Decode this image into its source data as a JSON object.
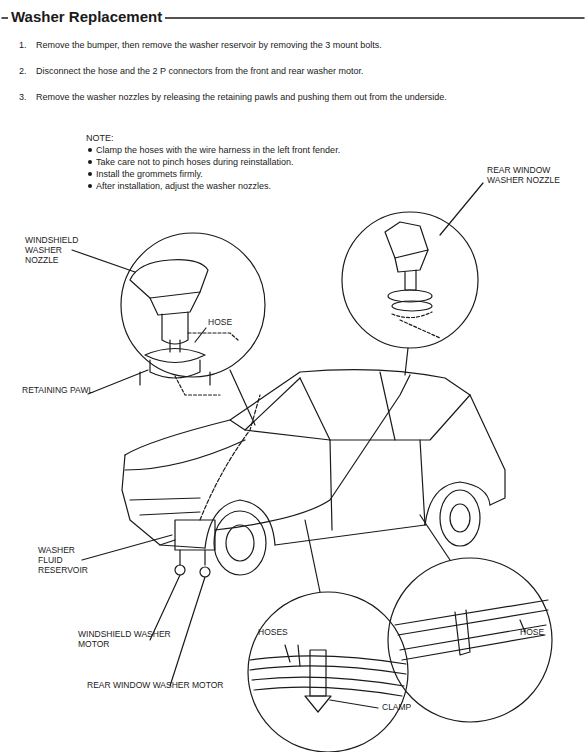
{
  "diagram": {
    "title": "Washer Replacement",
    "labels": [
      "1.",
      "Remove the bumper, then remove the washer reservoir by removing the 3 mount bolts.",
      "2.",
      "Disconnect the hose and the 2 P connectors from the front and rear washer motor.",
      "3.",
      "Remove the washer nozzles by releasing the retaining pawls and pushing them out from the underside.",
      "NOTE:",
      "Clamp the hoses with the wire harness in the left front fender.",
      "Take care not to pinch hoses during reinstallation.",
      "Install the grommets firmly.",
      "After installation, adjust the washer nozzles.",
      "REAR WINDOW WASHER NOZZLE",
      "WINDSHIELD WASHER NOZZLE",
      "HOSE",
      "RETAINING PAWL",
      "WASHER FLUID RESERVOIR",
      "WINDSHIELD WASHER MOTOR",
      "REAR WINDOW WASHER MOTOR",
      "HOSES",
      "HOSE",
      "CLAMP"
    ]
  }
}
